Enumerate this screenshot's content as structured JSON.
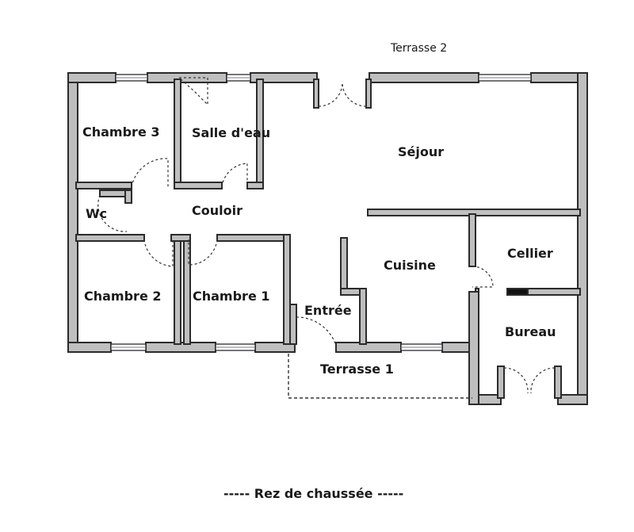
{
  "rooms": {
    "chambre3": "Chambre 3",
    "salle_eau": "Salle d'eau",
    "sejour": "Séjour",
    "wc": "Wc",
    "couloir": "Couloir",
    "cellier": "Cellier",
    "cuisine": "Cuisine",
    "chambre2": "Chambre 2",
    "chambre1": "Chambre 1",
    "entree": "Entrée",
    "bureau": "Bureau"
  },
  "outdoor": {
    "terrasse2": "Terrasse 2",
    "terrasse1": "Terrasse 1"
  },
  "caption": "----- Rez de chaussée -----"
}
